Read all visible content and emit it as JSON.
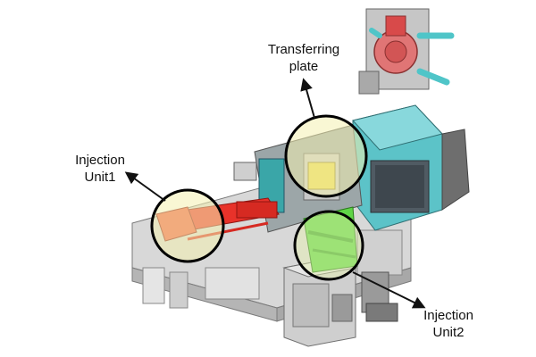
{
  "labels": {
    "transferring_plate": {
      "line1": "Transferring",
      "line2": "plate"
    },
    "injection_unit1": {
      "line1": "Injection",
      "line2": "Unit1"
    },
    "injection_unit2": {
      "line1": "Injection",
      "line2": "Unit2"
    }
  },
  "colors": {
    "highlight_circle_border": "#000000",
    "highlight_fill": "#f4f0b0",
    "injection_unit1": "#e8322a",
    "injection_unit2": "#5fd447",
    "transferring_plate": "#e8d84a",
    "machine_cover": "#5cc3c8",
    "machine_frame": "#b9b9b9"
  }
}
